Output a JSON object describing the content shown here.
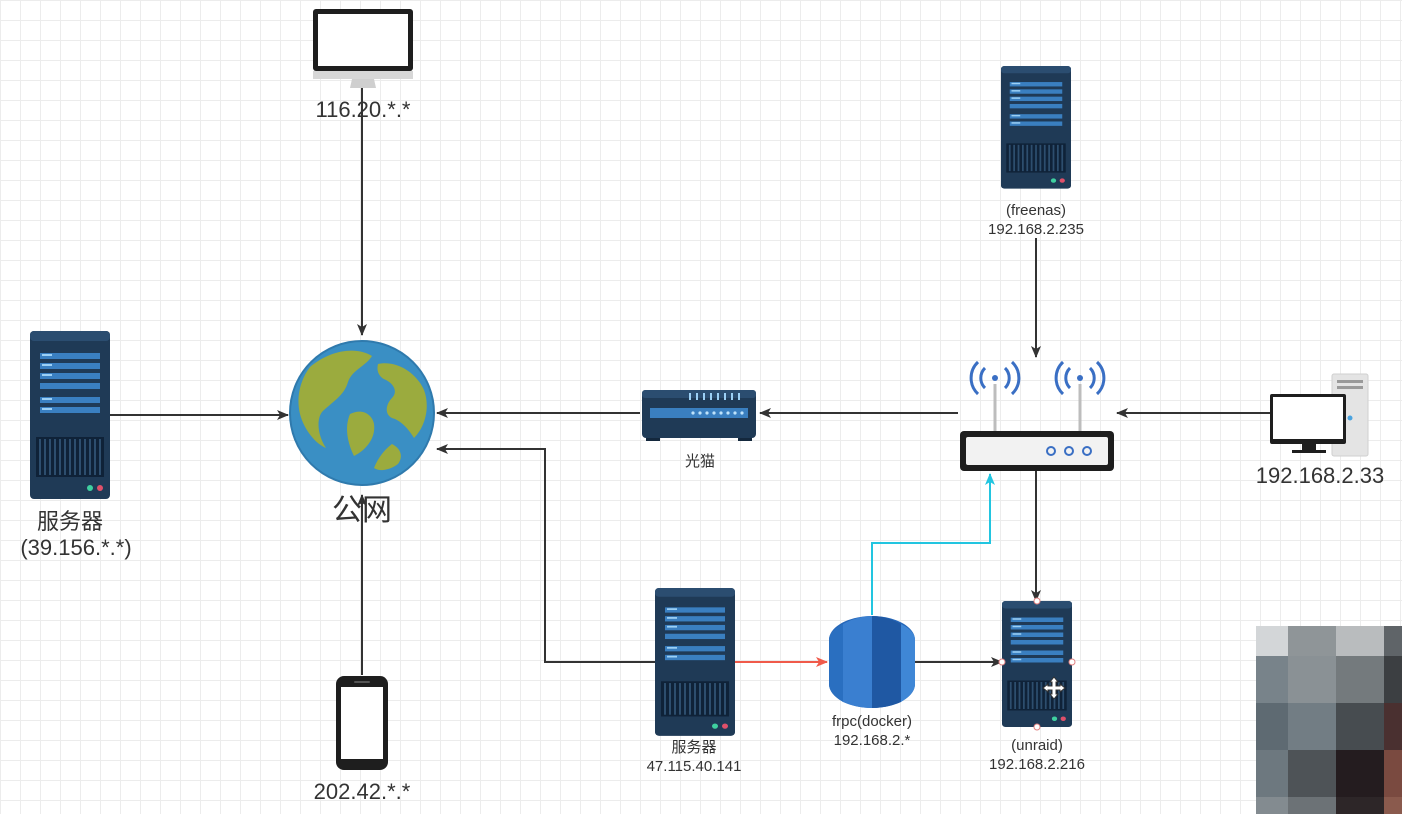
{
  "nodes": {
    "monitor_top": {
      "label": "116.20.*.*"
    },
    "internet": {
      "label": "公网"
    },
    "server_left": {
      "label": "服务器",
      "sublabel": "(39.156.*.*)"
    },
    "phone": {
      "label": "202.42.*.*"
    },
    "modem": {
      "label": "光猫"
    },
    "freenas": {
      "label": "(freenas)",
      "sublabel": "192.168.2.235"
    },
    "router": {
      "label": ""
    },
    "pc_right": {
      "label": "192.168.2.33"
    },
    "server_mid": {
      "label": "服务器",
      "sublabel": "47.115.40.141"
    },
    "frpc": {
      "label": "frpc(docker)",
      "sublabel": "192.168.2.*"
    },
    "unraid": {
      "label": "(unraid)",
      "sublabel": "192.168.2.216"
    }
  },
  "colors": {
    "edge_default": "#333333",
    "edge_frp_tunnel": "#f05a4a",
    "edge_frp_lan": "#22c5e0",
    "server_body": "#1f3a56",
    "globe_ocean": "#3a8fc4",
    "globe_land": "#9bab3e"
  },
  "icons": {
    "monitor_top": "monitor-icon",
    "internet": "globe-icon",
    "server_left": "server-icon",
    "phone": "smartphone-icon",
    "modem": "modem-icon",
    "freenas": "server-icon",
    "router": "wifi-router-icon",
    "pc_right": "desktop-pc-icon",
    "server_mid": "server-icon",
    "frpc": "docker-container-icon",
    "unraid": "server-icon"
  }
}
